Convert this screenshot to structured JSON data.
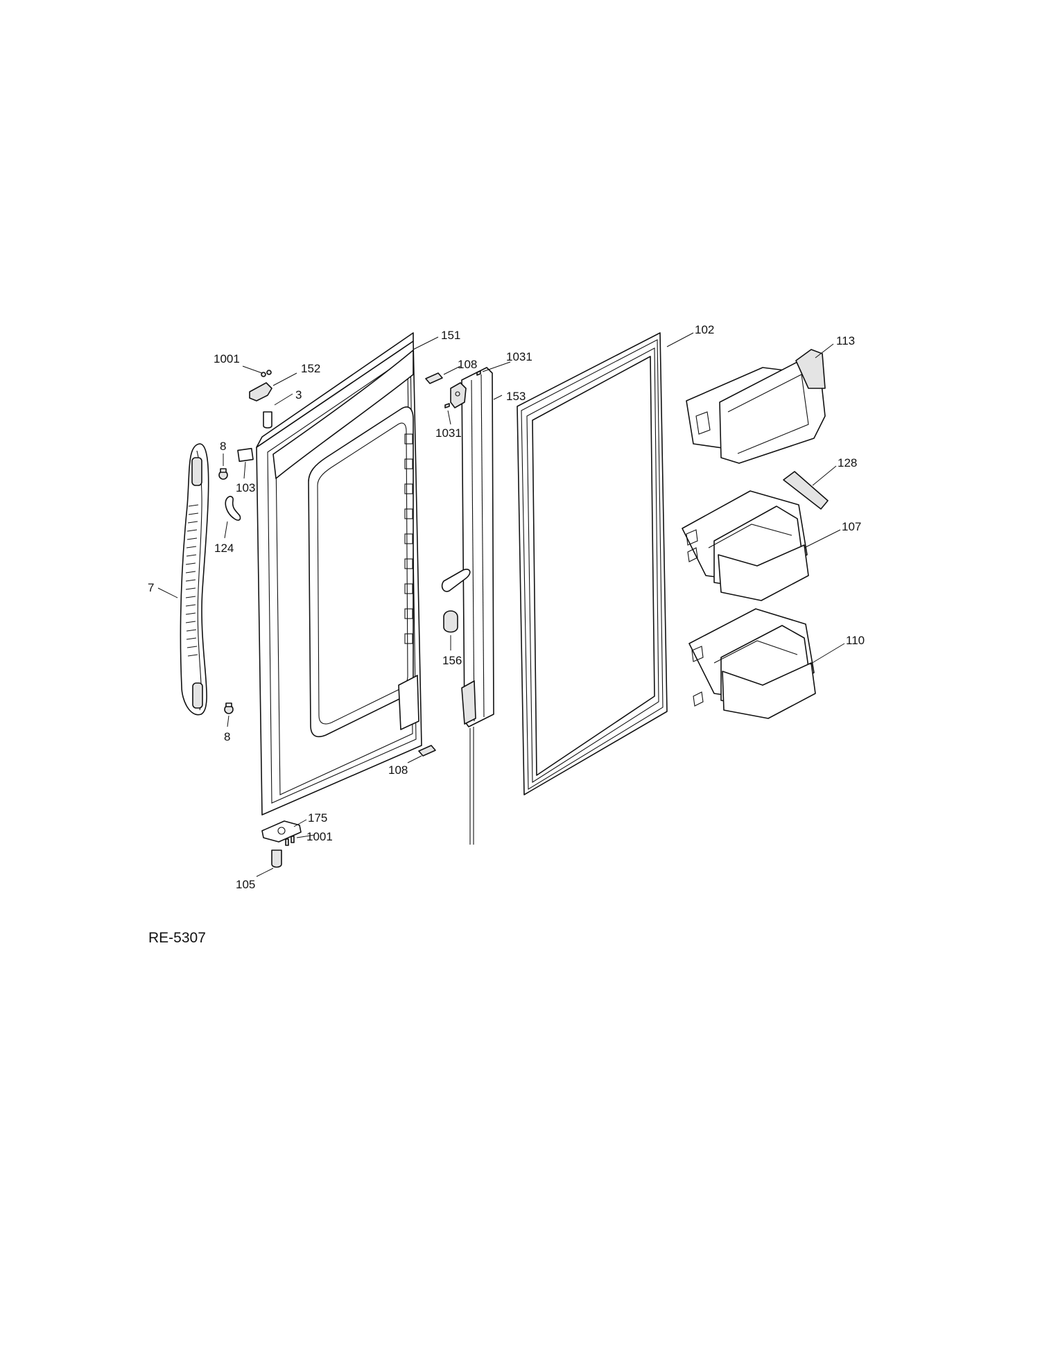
{
  "drawing_code": "RE-5307",
  "callouts": [
    {
      "id": "1001_top",
      "text": "1001"
    },
    {
      "id": "152",
      "text": "152"
    },
    {
      "id": "3",
      "text": "3"
    },
    {
      "id": "151",
      "text": "151"
    },
    {
      "id": "108_top",
      "text": "108"
    },
    {
      "id": "1031_top",
      "text": "1031"
    },
    {
      "id": "153",
      "text": "153"
    },
    {
      "id": "1031_mid",
      "text": "1031"
    },
    {
      "id": "102",
      "text": "102"
    },
    {
      "id": "113",
      "text": "113"
    },
    {
      "id": "128",
      "text": "128"
    },
    {
      "id": "107",
      "text": "107"
    },
    {
      "id": "110",
      "text": "110"
    },
    {
      "id": "8_top",
      "text": "8"
    },
    {
      "id": "103",
      "text": "103"
    },
    {
      "id": "124",
      "text": "124"
    },
    {
      "id": "7",
      "text": "7"
    },
    {
      "id": "156",
      "text": "156"
    },
    {
      "id": "8_bottom",
      "text": "8"
    },
    {
      "id": "108_bottom",
      "text": "108"
    },
    {
      "id": "175",
      "text": "175"
    },
    {
      "id": "1001_bottom",
      "text": "1001"
    },
    {
      "id": "105",
      "text": "105"
    }
  ]
}
